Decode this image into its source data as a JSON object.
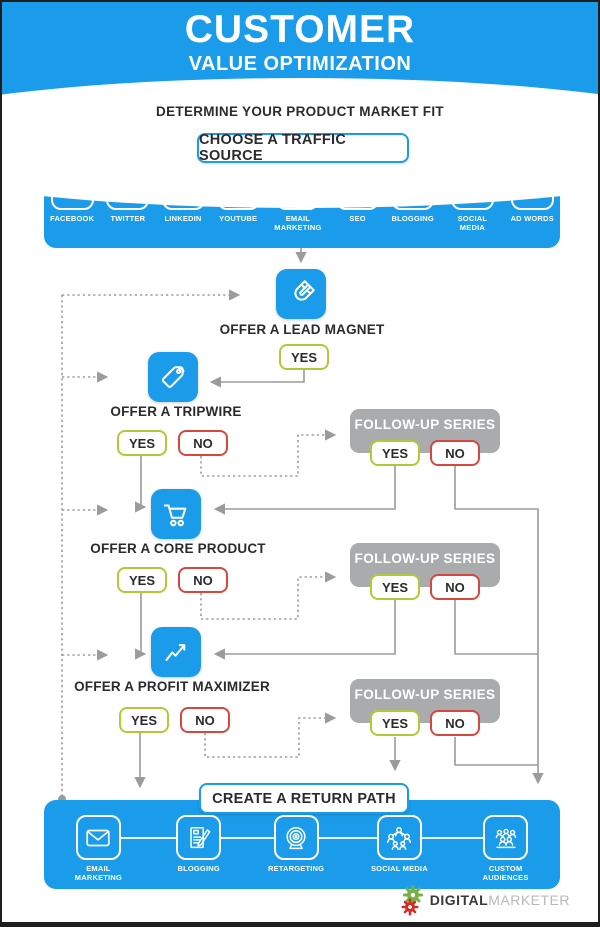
{
  "colors": {
    "blue": "#1a9cea",
    "gray_box": "#a9abad",
    "yes_border": "#b2c936",
    "no_border": "#d6473e",
    "line": "#9b9b9b",
    "text_dark": "#2b2b2d"
  },
  "header": {
    "line1": "CUSTOMER",
    "line2": "VALUE OPTIMIZATION"
  },
  "flow": {
    "determine": "DETERMINE YOUR PRODUCT MARKET FIT",
    "choose": "CHOOSE A TRAFFIC SOURCE",
    "return_path": "CREATE A RETURN PATH"
  },
  "traffic_sources": {
    "items": [
      {
        "label": "FACEBOOK",
        "icon": "facebook-icon"
      },
      {
        "label": "TWITTER",
        "icon": "twitter-icon"
      },
      {
        "label": "LINKEDIN",
        "icon": "linkedin-icon"
      },
      {
        "label": "YOUTUBE",
        "icon": "youtube-icon"
      },
      {
        "label": "EMAIL MARKETING",
        "icon": "email-icon"
      },
      {
        "label": "SEO",
        "icon": "seo-icon"
      },
      {
        "label": "BLOGGING",
        "icon": "blogging-icon"
      },
      {
        "label": "SOCIAL MEDIA",
        "icon": "social-media-icon"
      },
      {
        "label": "AD WORDS",
        "icon": "adwords-icon"
      }
    ]
  },
  "offers": {
    "lead_magnet": {
      "label": "OFFER A LEAD MAGNET",
      "yes": "YES",
      "icon": "magnet-icon"
    },
    "tripwire": {
      "label": "OFFER A TRIPWIRE",
      "yes": "YES",
      "no": "NO",
      "icon": "price-tag-icon"
    },
    "core_product": {
      "label": "OFFER A CORE PRODUCT",
      "yes": "YES",
      "no": "NO",
      "icon": "shopping-cart-icon"
    },
    "profit_maximizer": {
      "label": "OFFER A PROFIT MAXIMIZER",
      "yes": "YES",
      "no": "NO",
      "icon": "growth-chart-icon"
    }
  },
  "followups": [
    {
      "label": "FOLLOW-UP SERIES",
      "yes": "YES",
      "no": "NO"
    },
    {
      "label": "FOLLOW-UP SERIES",
      "yes": "YES",
      "no": "NO"
    },
    {
      "label": "FOLLOW-UP SERIES",
      "yes": "YES",
      "no": "NO"
    }
  ],
  "return_path": {
    "items": [
      {
        "label": "EMAIL MARKETING",
        "icon": "email-icon"
      },
      {
        "label": "BLOGGING",
        "icon": "blogging-icon"
      },
      {
        "label": "RETARGETING",
        "icon": "retargeting-icon"
      },
      {
        "label": "SOCIAL MEDIA",
        "icon": "social-media-icon"
      },
      {
        "label": "CUSTOM AUDIENCES",
        "icon": "custom-audiences-icon"
      }
    ]
  },
  "logo": {
    "part1": "DIGITAL",
    "part2": "MARKETER"
  }
}
